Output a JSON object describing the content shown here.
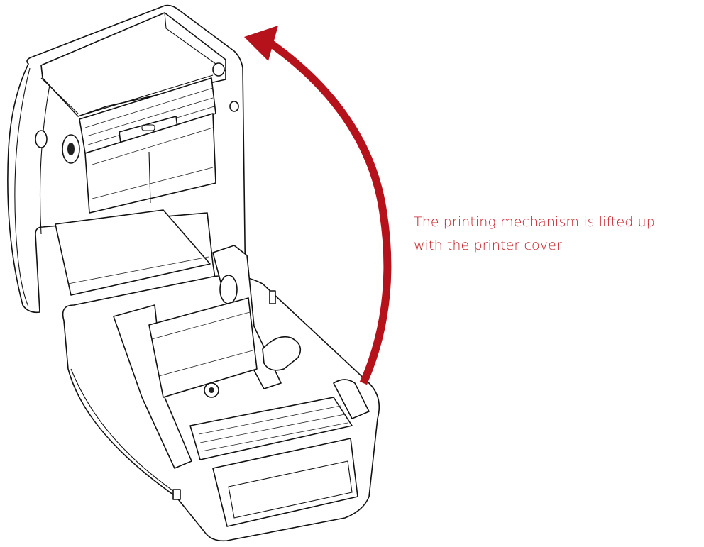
{
  "annotation": {
    "line1": "The printing mechanism is lifted up",
    "line2": "with the printer cover"
  },
  "colors": {
    "arrow": "#b5121b",
    "annotation_text": "#c8202a",
    "outline": "#111111",
    "background": "#ffffff"
  },
  "icons": {
    "arrow": "curved-arrow-up",
    "subject": "label-printer-open"
  }
}
